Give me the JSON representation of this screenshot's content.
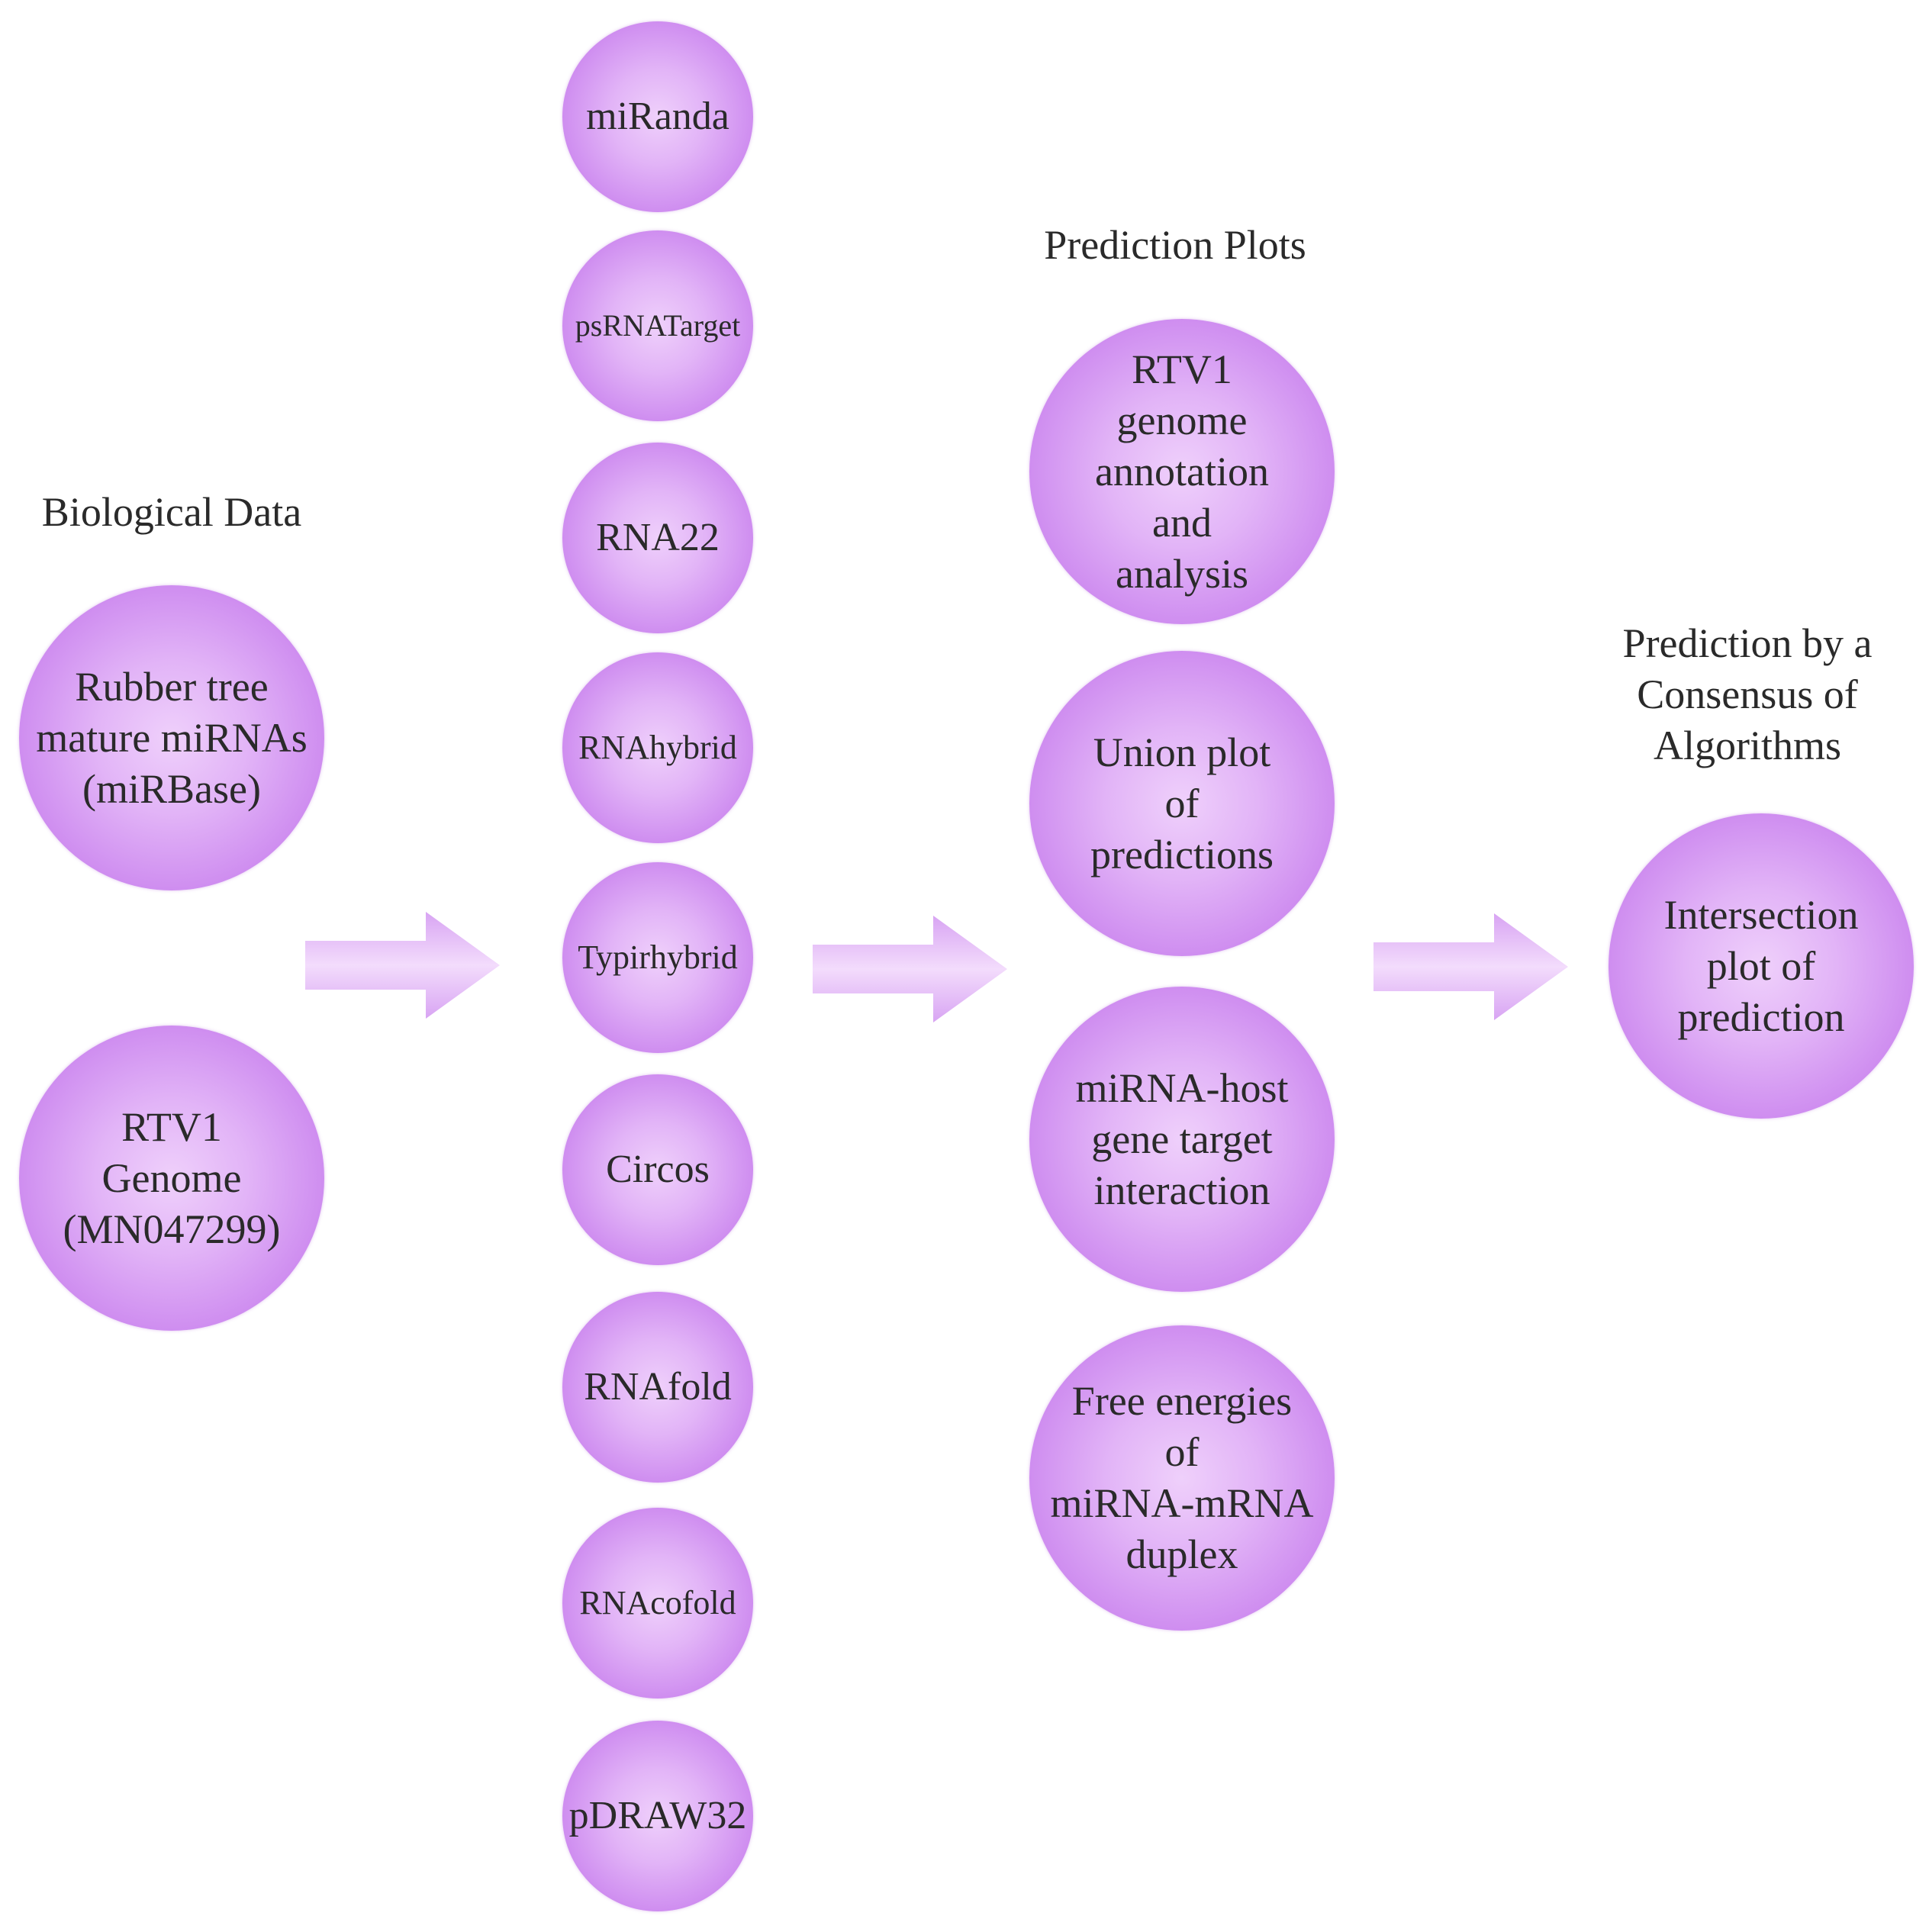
{
  "headings": {
    "biological_data": "Biological Data",
    "prediction_plots": "Prediction Plots",
    "consensus": "Prediction by a\nConsensus of\nAlgorithms"
  },
  "inputs": [
    "Rubber tree\nmature miRNAs\n(miRBase)",
    "RTV1\nGenome\n(MN047299)"
  ],
  "tools": [
    "miRanda",
    "psRNATarget",
    "RNA22",
    "RNAhybrid",
    "Typirhybrid",
    "Circos",
    "RNAfold",
    "RNAcofold",
    "pDRAW32"
  ],
  "plots": [
    "RTV1\ngenome\nannotation\nand\nanalysis",
    "Union plot\nof\npredictions",
    "miRNA-host\ngene target\ninteraction",
    "Free energies\nof\nmiRNA-mRNA\nduplex"
  ],
  "result": "Intersection\nplot of\nprediction",
  "colors": {
    "circle_center": "#efd0fb",
    "circle_edge": "#bf6fe6",
    "arrow_light": "#f1d8fb",
    "arrow_dark": "#d59cf2"
  }
}
